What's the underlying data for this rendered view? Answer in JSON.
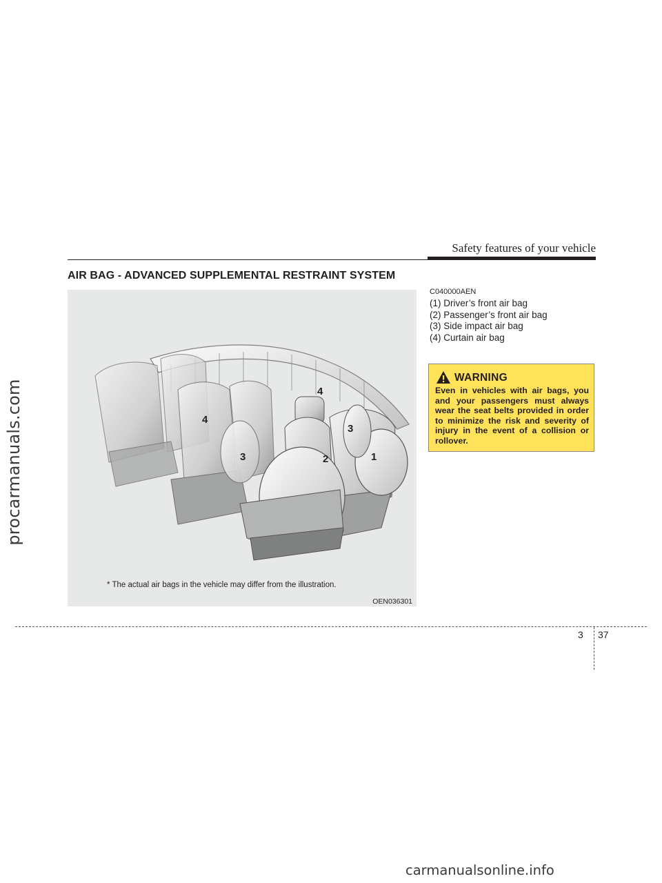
{
  "watermark": {
    "side": "procarmanuals.com",
    "bottom": "carmanualsonline.info"
  },
  "header": {
    "section": "Safety features of your vehicle"
  },
  "page_title": "AIR BAG - ADVANCED SUPPLEMENTAL RESTRAINT SYSTEM",
  "figure": {
    "labels": [
      "1",
      "2",
      "3",
      "3",
      "4",
      "4"
    ],
    "caption": "* The actual air bags in the vehicle may differ from the illustration.",
    "code": "OEN036301"
  },
  "doc_code": "C040000AEN",
  "legend": [
    "(1) Driver’s front air bag",
    "(2) Passenger’s front air bag",
    "(3) Side impact air bag",
    "(4) Curtain air bag"
  ],
  "warning": {
    "title": "WARNING",
    "text": "Even in vehicles with air bags, you and your passengers must always wear the seat belts provided in order to minimize the risk and severity of injury in the event of a collision or rollover."
  },
  "footer": {
    "chapter": "3",
    "page": "37"
  },
  "colors": {
    "warning_background": "#ffe15a",
    "figure_background": "#e7e8e8"
  }
}
